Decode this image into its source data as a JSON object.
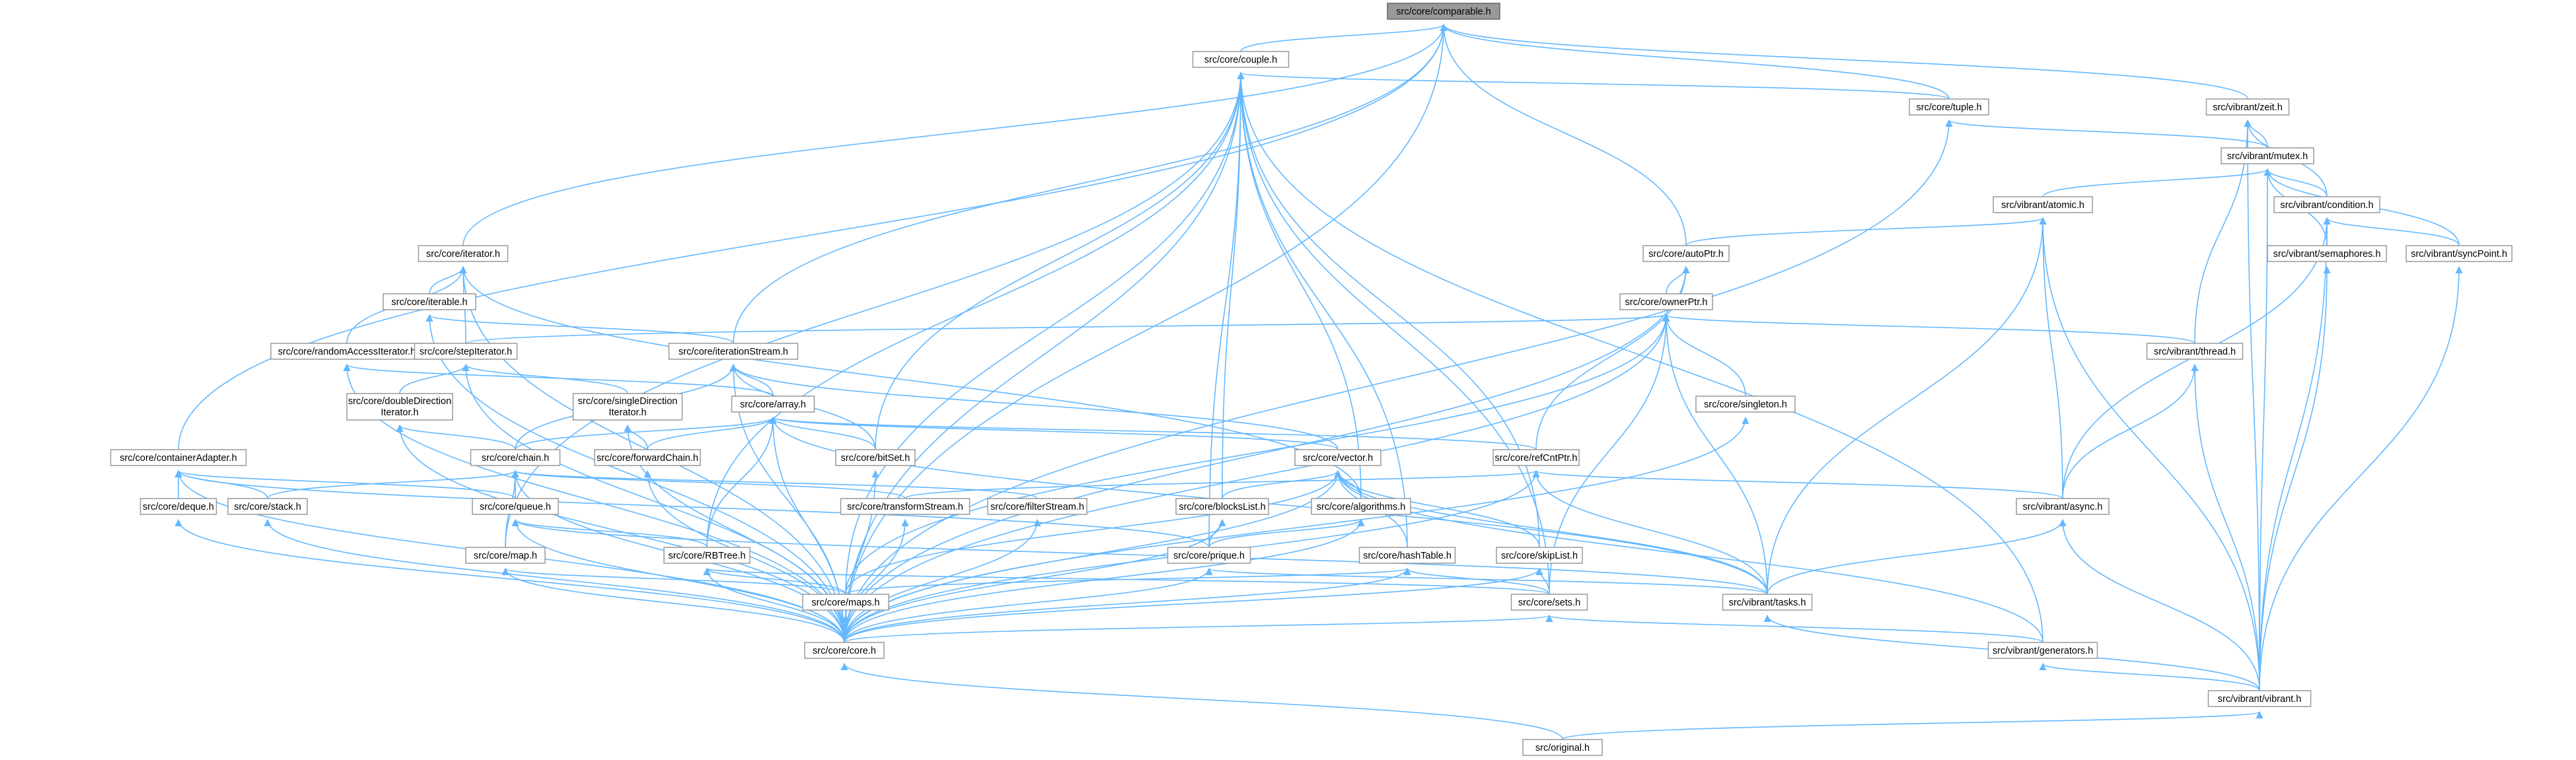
{
  "graph": {
    "nodes": [
      {
        "id": "comparable",
        "label": "src/core/comparable.h",
        "root": true
      },
      {
        "id": "couple",
        "label": "src/core/couple.h"
      },
      {
        "id": "zeit",
        "label": "src/vibrant/zeit.h"
      },
      {
        "id": "tuple",
        "label": "src/core/tuple.h"
      },
      {
        "id": "mutex",
        "label": "src/vibrant/mutex.h"
      },
      {
        "id": "atomic",
        "label": "src/vibrant/atomic.h"
      },
      {
        "id": "condition",
        "label": "src/vibrant/condition.h"
      },
      {
        "id": "iterator",
        "label": "src/core/iterator.h"
      },
      {
        "id": "autoPtr",
        "label": "src/core/autoPtr.h"
      },
      {
        "id": "semaphores",
        "label": "src/vibrant/semaphores.h"
      },
      {
        "id": "syncPoint",
        "label": "src/vibrant/syncPoint.h"
      },
      {
        "id": "iterable",
        "label": "src/core/iterable.h"
      },
      {
        "id": "ownerPtr",
        "label": "src/core/ownerPtr.h"
      },
      {
        "id": "randomAccessIterator",
        "label": "src/core/randomAccessIterator.h"
      },
      {
        "id": "stepIterator",
        "label": "src/core/stepIterator.h"
      },
      {
        "id": "iterationStream",
        "label": "src/core/iterationStream.h"
      },
      {
        "id": "thread",
        "label": "src/vibrant/thread.h"
      },
      {
        "id": "doubleDirectionIterator",
        "label": "src/core/doubleDirection\nIterator.h"
      },
      {
        "id": "singleDirectionIterator",
        "label": "src/core/singleDirection\nIterator.h"
      },
      {
        "id": "array",
        "label": "src/core/array.h"
      },
      {
        "id": "singleton",
        "label": "src/core/singleton.h"
      },
      {
        "id": "containerAdapter",
        "label": "src/core/containerAdapter.h"
      },
      {
        "id": "chain",
        "label": "src/core/chain.h"
      },
      {
        "id": "forwardChain",
        "label": "src/core/forwardChain.h"
      },
      {
        "id": "bitSet",
        "label": "src/core/bitSet.h"
      },
      {
        "id": "vector",
        "label": "src/core/vector.h"
      },
      {
        "id": "refCntPtr",
        "label": "src/core/refCntPtr.h"
      },
      {
        "id": "deque",
        "label": "src/core/deque.h"
      },
      {
        "id": "stack",
        "label": "src/core/stack.h"
      },
      {
        "id": "queue",
        "label": "src/core/queue.h"
      },
      {
        "id": "transformStream",
        "label": "src/core/transformStream.h"
      },
      {
        "id": "filterStream",
        "label": "src/core/filterStream.h"
      },
      {
        "id": "blocksList",
        "label": "src/core/blocksList.h"
      },
      {
        "id": "algorithms",
        "label": "src/core/algorithms.h"
      },
      {
        "id": "async",
        "label": "src/vibrant/async.h"
      },
      {
        "id": "map",
        "label": "src/core/map.h"
      },
      {
        "id": "RBTree",
        "label": "src/core/RBTree.h"
      },
      {
        "id": "prique",
        "label": "src/core/prique.h"
      },
      {
        "id": "hashTable",
        "label": "src/core/hashTable.h"
      },
      {
        "id": "skipList",
        "label": "src/core/skipList.h"
      },
      {
        "id": "maps",
        "label": "src/core/maps.h"
      },
      {
        "id": "sets",
        "label": "src/core/sets.h"
      },
      {
        "id": "tasks",
        "label": "src/vibrant/tasks.h"
      },
      {
        "id": "core",
        "label": "src/core/core.h"
      },
      {
        "id": "generators",
        "label": "src/vibrant/generators.h"
      },
      {
        "id": "vibrant",
        "label": "src/vibrant/vibrant.h"
      },
      {
        "id": "original",
        "label": "src/original.h"
      }
    ],
    "edges": [
      [
        "comparable",
        "couple"
      ],
      [
        "comparable",
        "zeit"
      ],
      [
        "comparable",
        "tuple"
      ],
      [
        "comparable",
        "iterator"
      ],
      [
        "comparable",
        "autoPtr"
      ],
      [
        "comparable",
        "iterationStream"
      ],
      [
        "comparable",
        "containerAdapter"
      ],
      [
        "comparable",
        "core"
      ],
      [
        "couple",
        "tuple"
      ],
      [
        "couple",
        "bitSet"
      ],
      [
        "couple",
        "blocksList"
      ],
      [
        "couple",
        "hashTable"
      ],
      [
        "couple",
        "skipList"
      ],
      [
        "couple",
        "maps"
      ],
      [
        "couple",
        "RBTree"
      ],
      [
        "couple",
        "map"
      ],
      [
        "couple",
        "sets"
      ],
      [
        "couple",
        "generators"
      ],
      [
        "couple",
        "core"
      ],
      [
        "couple",
        "algorithms"
      ],
      [
        "couple",
        "prique"
      ],
      [
        "zeit",
        "mutex"
      ],
      [
        "zeit",
        "condition"
      ],
      [
        "zeit",
        "thread"
      ],
      [
        "zeit",
        "vibrant"
      ],
      [
        "tuple",
        "mutex"
      ],
      [
        "tuple",
        "core"
      ],
      [
        "mutex",
        "atomic"
      ],
      [
        "mutex",
        "condition"
      ],
      [
        "mutex",
        "semaphores"
      ],
      [
        "mutex",
        "syncPoint"
      ],
      [
        "mutex",
        "vibrant"
      ],
      [
        "atomic",
        "autoPtr"
      ],
      [
        "atomic",
        "async"
      ],
      [
        "atomic",
        "tasks"
      ],
      [
        "atomic",
        "vibrant"
      ],
      [
        "condition",
        "semaphores"
      ],
      [
        "condition",
        "syncPoint"
      ],
      [
        "condition",
        "async"
      ],
      [
        "condition",
        "vibrant"
      ],
      [
        "semaphores",
        "vibrant"
      ],
      [
        "syncPoint",
        "vibrant"
      ],
      [
        "iterator",
        "iterable"
      ],
      [
        "iterator",
        "randomAccessIterator"
      ],
      [
        "iterator",
        "stepIterator"
      ],
      [
        "iterator",
        "algorithms"
      ],
      [
        "iterator",
        "core"
      ],
      [
        "autoPtr",
        "ownerPtr"
      ],
      [
        "autoPtr",
        "refCntPtr"
      ],
      [
        "autoPtr",
        "core"
      ],
      [
        "iterable",
        "iterationStream"
      ],
      [
        "iterable",
        "core"
      ],
      [
        "ownerPtr",
        "stepIterator"
      ],
      [
        "ownerPtr",
        "thread"
      ],
      [
        "ownerPtr",
        "singleton"
      ],
      [
        "ownerPtr",
        "sets"
      ],
      [
        "ownerPtr",
        "tasks"
      ],
      [
        "ownerPtr",
        "maps"
      ],
      [
        "ownerPtr",
        "core"
      ],
      [
        "randomAccessIterator",
        "array"
      ],
      [
        "randomAccessIterator",
        "core"
      ],
      [
        "stepIterator",
        "doubleDirectionIterator"
      ],
      [
        "stepIterator",
        "singleDirectionIterator"
      ],
      [
        "stepIterator",
        "core"
      ],
      [
        "iterationStream",
        "array"
      ],
      [
        "iterationStream",
        "chain"
      ],
      [
        "iterationStream",
        "bitSet"
      ],
      [
        "iterationStream",
        "vector"
      ],
      [
        "iterationStream",
        "core"
      ],
      [
        "thread",
        "async"
      ],
      [
        "thread",
        "vibrant"
      ],
      [
        "doubleDirectionIterator",
        "chain"
      ],
      [
        "doubleDirectionIterator",
        "core"
      ],
      [
        "singleDirectionIterator",
        "forwardChain"
      ],
      [
        "singleDirectionIterator",
        "core"
      ],
      [
        "array",
        "chain"
      ],
      [
        "array",
        "forwardChain"
      ],
      [
        "array",
        "bitSet"
      ],
      [
        "array",
        "vector"
      ],
      [
        "array",
        "RBTree"
      ],
      [
        "array",
        "refCntPtr"
      ],
      [
        "array",
        "tasks"
      ],
      [
        "array",
        "core"
      ],
      [
        "singleton",
        "core"
      ],
      [
        "containerAdapter",
        "deque"
      ],
      [
        "containerAdapter",
        "stack"
      ],
      [
        "containerAdapter",
        "queue"
      ],
      [
        "containerAdapter",
        "prique"
      ],
      [
        "containerAdapter",
        "core"
      ],
      [
        "chain",
        "stack"
      ],
      [
        "chain",
        "queue"
      ],
      [
        "chain",
        "map"
      ],
      [
        "chain",
        "transformStream"
      ],
      [
        "chain",
        "filterStream"
      ],
      [
        "chain",
        "core"
      ],
      [
        "forwardChain",
        "core"
      ],
      [
        "bitSet",
        "core"
      ],
      [
        "vector",
        "blocksList"
      ],
      [
        "vector",
        "algorithms"
      ],
      [
        "vector",
        "hashTable"
      ],
      [
        "vector",
        "skipList"
      ],
      [
        "vector",
        "tasks"
      ],
      [
        "vector",
        "generators"
      ],
      [
        "vector",
        "maps"
      ],
      [
        "vector",
        "core"
      ],
      [
        "refCntPtr",
        "transformStream"
      ],
      [
        "refCntPtr",
        "async"
      ],
      [
        "refCntPtr",
        "tasks"
      ],
      [
        "refCntPtr",
        "core"
      ],
      [
        "deque",
        "core"
      ],
      [
        "stack",
        "core"
      ],
      [
        "queue",
        "RBTree"
      ],
      [
        "queue",
        "tasks"
      ],
      [
        "queue",
        "core"
      ],
      [
        "transformStream",
        "core"
      ],
      [
        "filterStream",
        "core"
      ],
      [
        "blocksList",
        "prique"
      ],
      [
        "blocksList",
        "core"
      ],
      [
        "algorithms",
        "prique"
      ],
      [
        "algorithms",
        "core"
      ],
      [
        "async",
        "tasks"
      ],
      [
        "async",
        "vibrant"
      ],
      [
        "map",
        "maps"
      ],
      [
        "map",
        "core"
      ],
      [
        "RBTree",
        "maps"
      ],
      [
        "RBTree",
        "sets"
      ],
      [
        "RBTree",
        "core"
      ],
      [
        "prique",
        "tasks"
      ],
      [
        "prique",
        "core"
      ],
      [
        "hashTable",
        "maps"
      ],
      [
        "hashTable",
        "sets"
      ],
      [
        "hashTable",
        "core"
      ],
      [
        "skipList",
        "sets"
      ],
      [
        "skipList",
        "core"
      ],
      [
        "maps",
        "core"
      ],
      [
        "sets",
        "generators"
      ],
      [
        "sets",
        "core"
      ],
      [
        "tasks",
        "vibrant"
      ],
      [
        "core",
        "original"
      ],
      [
        "generators",
        "vibrant"
      ],
      [
        "vibrant",
        "original"
      ]
    ]
  }
}
